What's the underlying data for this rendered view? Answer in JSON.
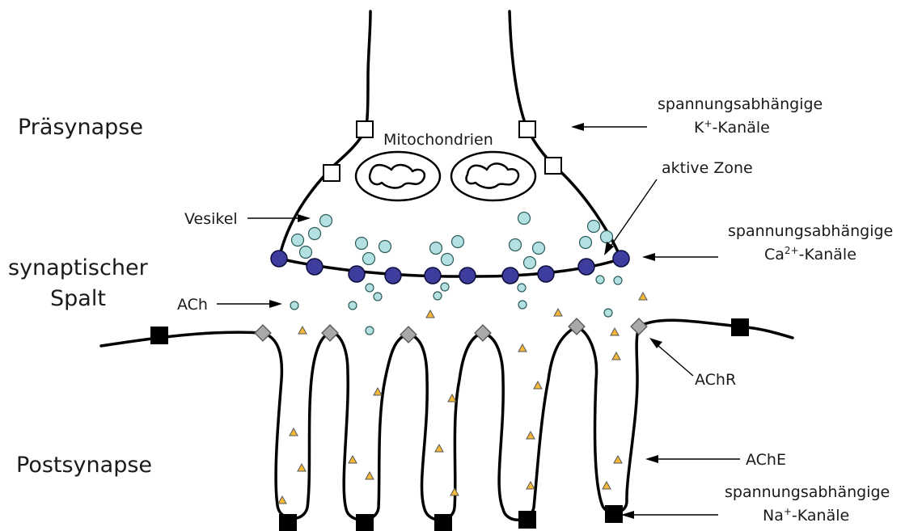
{
  "regions": {
    "presynapse": "Präsynapse",
    "cleft_line1": "synaptischer",
    "cleft_line2": "Spalt",
    "postsynapse": "Postsynapse"
  },
  "labels": {
    "mitochondria": "Mitochondrien",
    "k_channels_line1": "spannungsabhängige",
    "k_channels_line2_pre": "K",
    "k_channels_line2_sup": "+",
    "k_channels_line2_post": "-Kanäle",
    "active_zone": "aktive Zone",
    "vesicles": "Vesikel",
    "ca_channels_line1": "spannungsabhängige",
    "ca_channels_line2_pre": "Ca",
    "ca_channels_line2_sup": "2+",
    "ca_channels_line2_post": "-Kanäle",
    "ach": "ACh",
    "achr": "AChR",
    "ache": "AChE",
    "na_channels_line1": "spannungsabhängige",
    "na_channels_line2_pre": "Na",
    "na_channels_line2_sup": "+",
    "na_channels_line2_post": "-Kanäle"
  },
  "colors": {
    "ca_channel": "#3d3d9e",
    "vesicle": "#b3e0e0",
    "ache": "#f5b83a",
    "achr": "#a9a9a9",
    "na_channel": "#000000",
    "membrane": "#000000"
  }
}
